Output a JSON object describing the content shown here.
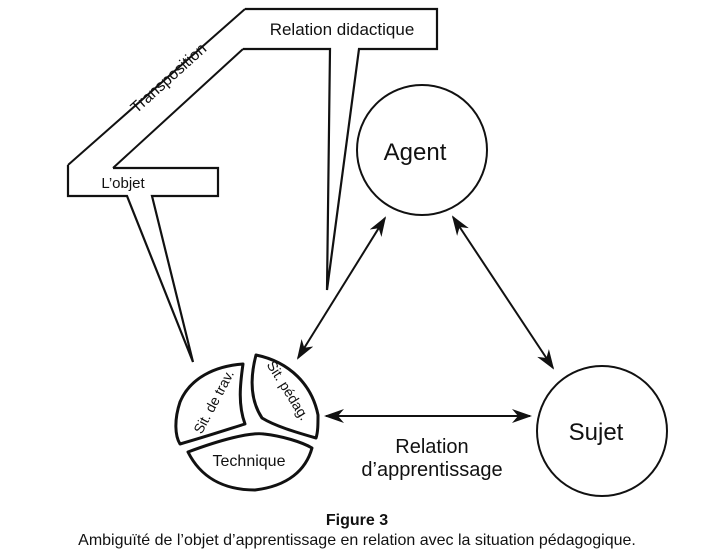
{
  "figure": {
    "title": "Figure 3",
    "caption": "Ambiguïté de l’objet d’apprentissage en relation avec la situation pédagogique."
  },
  "nodes": {
    "agent": "Agent",
    "sujet": "Sujet",
    "objet_segments": {
      "sit_travail": "Sit. de trav.",
      "sit_pedag": "Sit. pédag.",
      "technique": "Technique"
    }
  },
  "callouts": {
    "relation_didactique": "Relation didactique",
    "transposition": "Transposition",
    "objet": "L’objet"
  },
  "edges": {
    "relation_apprentissage_line1": "Relation",
    "relation_apprentissage_line2": "d’apprentissage"
  },
  "colors": {
    "ink": "#111111",
    "background": "#ffffff"
  }
}
